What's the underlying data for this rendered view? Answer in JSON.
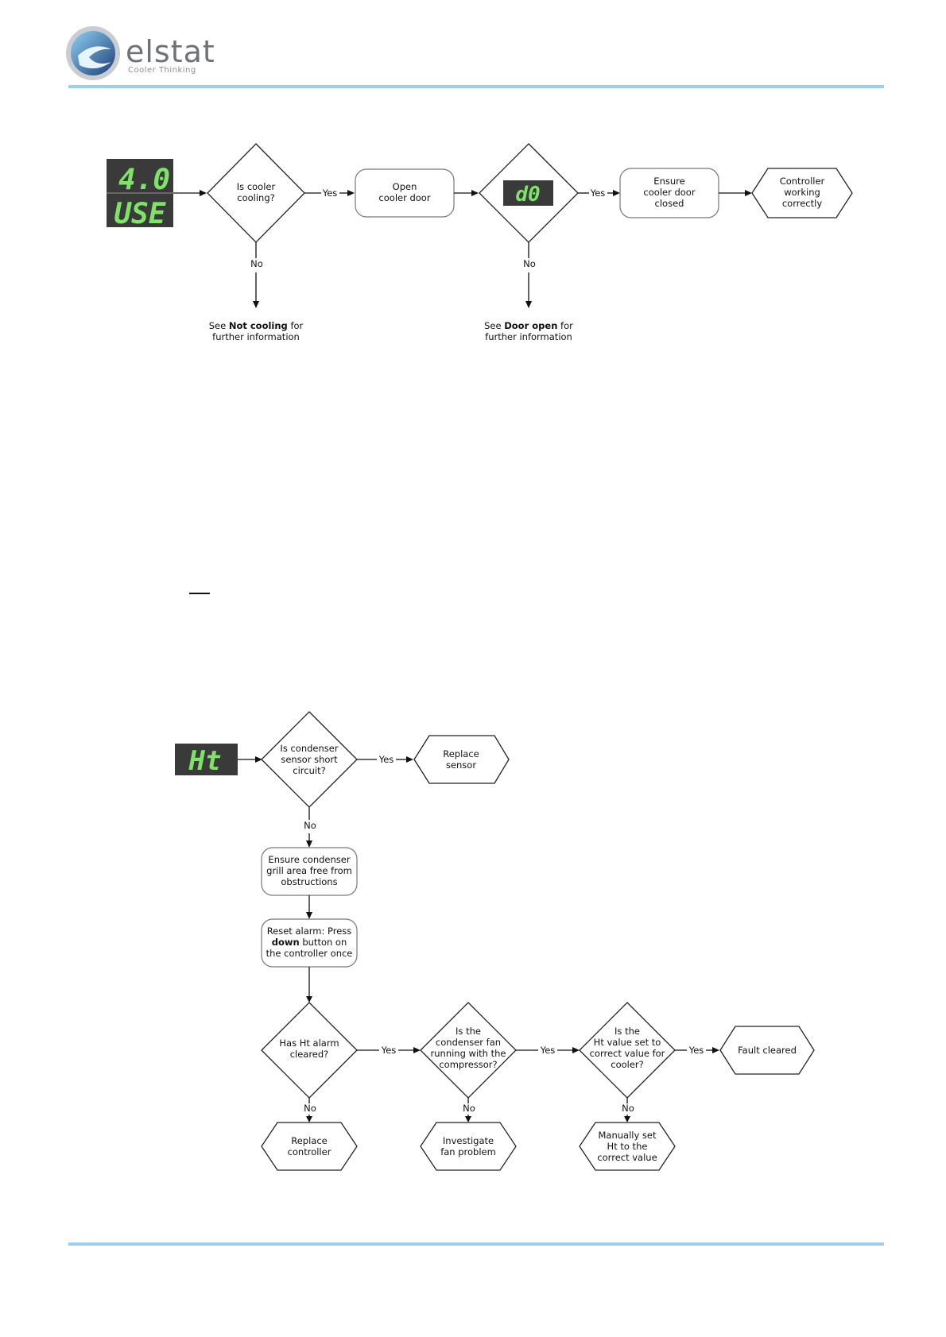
{
  "header": {
    "brand": "elstat",
    "tagline": "Cooler Thinking",
    "colors": {
      "rule": "#9fcdf0",
      "logo_dark": "#1f3f7a",
      "logo_light": "#8fd0f2",
      "display_bg": "#3a3a3a",
      "display_text": "#7fe36a"
    }
  },
  "diagram1": {
    "display_top": "4.0",
    "display_bottom": "USE",
    "display_d0": "d0",
    "q_cooling": [
      "Is cooler",
      "cooling?"
    ],
    "open_door": [
      "Open",
      "cooler door"
    ],
    "ensure_closed": [
      "Ensure",
      "cooler door",
      "closed"
    ],
    "working": [
      "Controller",
      "working",
      "correctly"
    ],
    "yes": "Yes",
    "no": "No",
    "note_left": {
      "pre": "See ",
      "bold": "Not cooling",
      "post": " for",
      "line2": "further information"
    },
    "note_right": {
      "pre": "See ",
      "bold": "Door open",
      "post": " for",
      "line2": "further information"
    }
  },
  "diagram2": {
    "display": "Ht",
    "q_short": [
      "Is condenser",
      "sensor short",
      "circuit?"
    ],
    "replace_sensor": [
      "Replace",
      "sensor"
    ],
    "ensure_grill": [
      "Ensure condenser",
      "grill area free from",
      "obstructions"
    ],
    "reset": {
      "line1": "Reset alarm: Press",
      "bold": "down",
      "line2_rest": " button on",
      "line3": "the controller once"
    },
    "q_cleared": [
      "Has Ht alarm",
      "cleared?"
    ],
    "q_fan": [
      "Is the",
      "condenser fan",
      "running with the",
      "compressor?"
    ],
    "q_value": [
      "Is  the",
      "Ht value set to",
      "correct value for",
      "cooler?"
    ],
    "fault_cleared": "Fault cleared",
    "replace_controller": [
      "Replace",
      "controller"
    ],
    "investigate_fan": [
      "Investigate",
      "fan problem"
    ],
    "manually_set": [
      "Manually set",
      "Ht to the",
      "correct value"
    ],
    "yes": "Yes",
    "no": "No"
  }
}
